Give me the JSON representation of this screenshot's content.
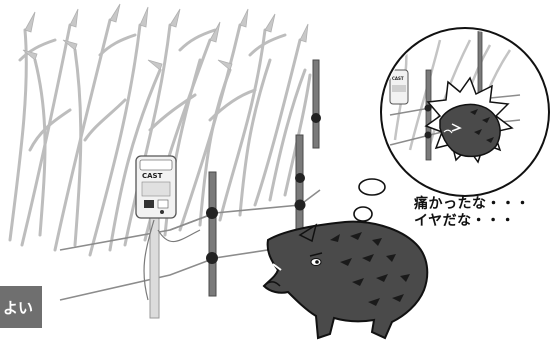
{
  "device": {
    "brand_label": "CAST",
    "panel_label": ""
  },
  "speech": {
    "line1": "痛かったな・・・",
    "line2": "イヤだな・・・"
  },
  "corner_badge": {
    "text": "よい"
  },
  "colors": {
    "background": "#ffffff",
    "crop_gray": "#bdbdbd",
    "boar_body": "#4a4a4a",
    "post_gray": "#7a7a7a",
    "wire_gray": "#8c8c8c",
    "insulator_black": "#222222",
    "badge_gray": "#6f6f6f"
  },
  "icons": {
    "thought_bubbles": "thought-bubble-icon",
    "impact_burst": "impact-burst-icon",
    "magnifier": "magnifier-circle-icon"
  }
}
